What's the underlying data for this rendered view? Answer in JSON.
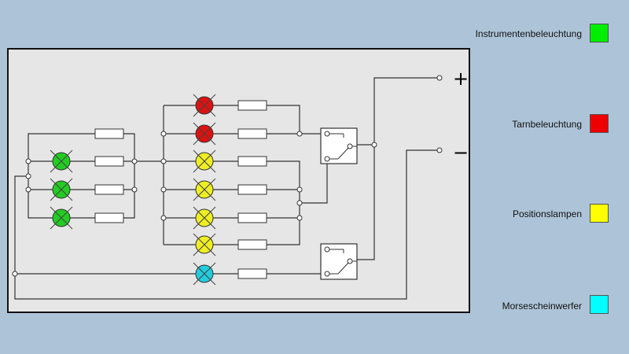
{
  "terminals": {
    "plus": "+",
    "minus": "−"
  },
  "legend": [
    {
      "label": "Instrumentenbeleuchtung",
      "color": "#00ee00"
    },
    {
      "label": "Tarnbeleuchtung",
      "color": "#ee0000"
    },
    {
      "label": "Positionslampen",
      "color": "#ffff00"
    },
    {
      "label": "Morsescheinwerfer",
      "color": "#00ffff"
    }
  ],
  "colors": {
    "panel": "#e6e6e6",
    "wire": "#333333",
    "lamp_green": "#22cc22",
    "lamp_red": "#dd1111",
    "lamp_yellow": "#eeee22",
    "lamp_cyan": "#22ccdd"
  }
}
